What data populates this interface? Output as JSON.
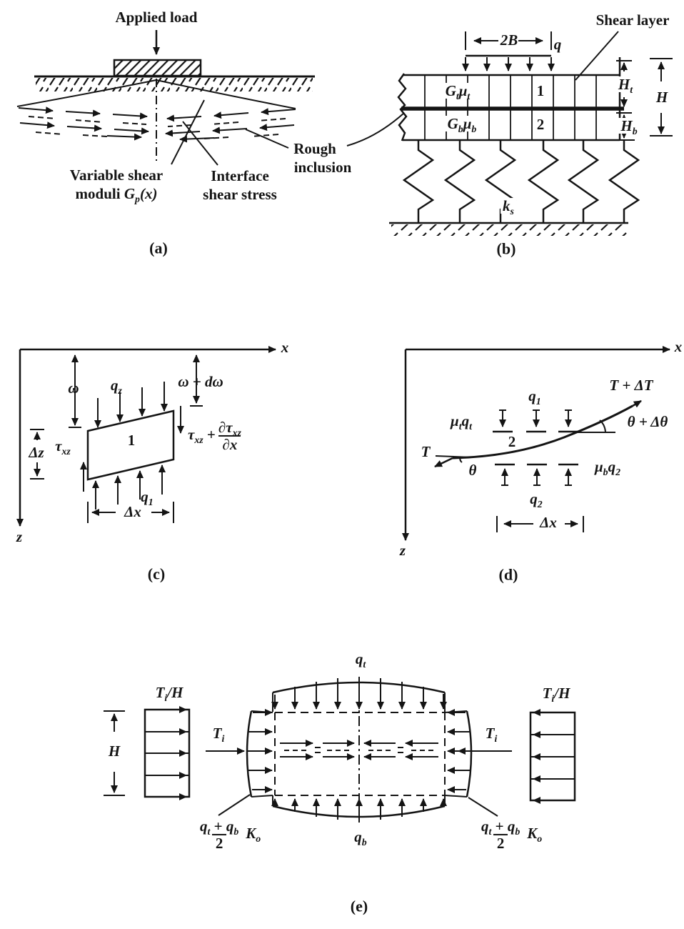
{
  "fig_a": {
    "caption": "(a)",
    "applied_load": "Applied load",
    "variable_shear_line1": "Variable shear",
    "variable_shear_line2_prefix": "moduli ",
    "G": "G",
    "G_sub": "p",
    "G_arg": "(x)",
    "interface_line1": "Interface",
    "interface_line2": "shear stress",
    "rough_line1": "Rough",
    "rough_line2": "inclusion"
  },
  "fig_b": {
    "caption": "(b)",
    "width_label": "2B",
    "load_label": "q",
    "shear_layer": "Shear layer",
    "G_top": "G",
    "G_top_sub": "t",
    "mu_top": "μ",
    "mu_top_sub": "t",
    "layer1_num": "1",
    "G_bot": "G",
    "G_bot_sub": "b",
    "mu_bot": "μ",
    "mu_bot_sub": "b",
    "layer2_num": "2",
    "H_top": "H",
    "H_top_sub": "t",
    "H_bot": "H",
    "H_bot_sub": "b",
    "H_total": "H",
    "spring_k": "k",
    "spring_k_sub": "s"
  },
  "fig_c": {
    "caption": "(c)",
    "x_axis": "x",
    "z_axis": "z",
    "omega": "ω",
    "q_z": "q",
    "q_z_sub": "z",
    "omega_plus_d": "ω + dω",
    "tau": "τ",
    "tau_sub": "xz",
    "plus": "+",
    "dtau_num": "∂τ",
    "dtau_num_sub": "xz",
    "dtau_den": "∂x",
    "q1": "q",
    "q1_sub": "1",
    "element_num": "1",
    "delta_z": "Δz",
    "delta_x": "Δx"
  },
  "fig_d": {
    "caption": "(d)",
    "x_axis": "x",
    "z_axis": "z",
    "T": "T",
    "T_plus": "T + ΔT",
    "theta": "θ",
    "theta_plus": "θ + Δθ",
    "q1": "q",
    "q1_sub": "1",
    "q2": "q",
    "q2_sub": "2",
    "mu_t": "μ",
    "mu_t_sub": "t",
    "q_t": "q",
    "q_t_sub": "t",
    "mu_b": "μ",
    "mu_b_sub": "b",
    "q_b2": "q",
    "q_b2_sub": "2",
    "element_num": "2",
    "delta_x": "Δx"
  },
  "fig_e": {
    "caption": "(e)",
    "T": "T",
    "T_sub": "i",
    "per_H": "/H",
    "H": "H",
    "q_t": "q",
    "q_t_sub": "t",
    "q_b": "q",
    "q_b_sub": "b",
    "ko_plus": "+",
    "ko_den": "2",
    "K": "K",
    "K_sub": "o"
  }
}
